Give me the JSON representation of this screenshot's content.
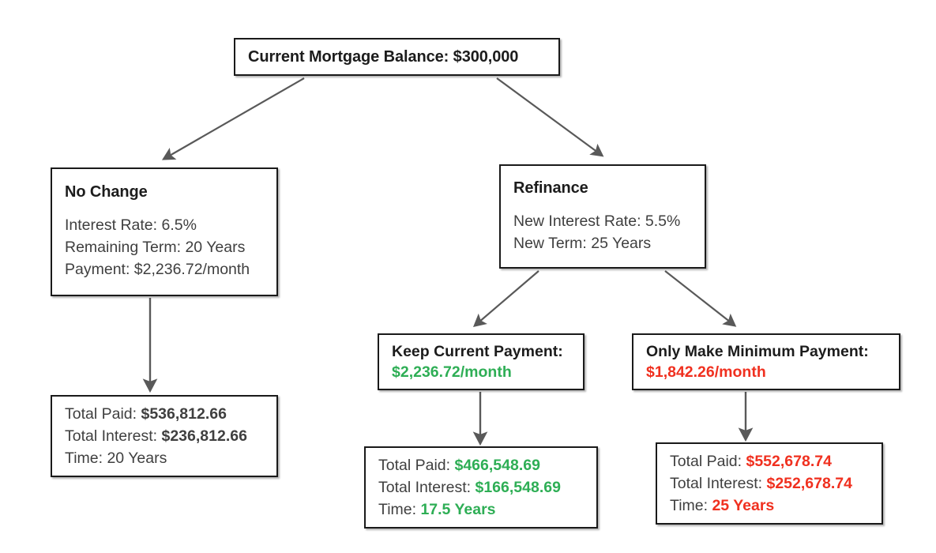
{
  "diagram": {
    "type": "decision-tree",
    "colors": {
      "positive": "#2eae55",
      "negative": "#f0301f",
      "box_border": "#1a1a1a",
      "arrow": "#595959",
      "body_text": "#3f3f3f"
    },
    "root": {
      "title": "Current Mortgage Balance: $300,000"
    },
    "no_change": {
      "title": "No Change",
      "lines": [
        "Interest Rate: 6.5%",
        "Remaining Term: 20 Years",
        "Payment: $2,236.72/month"
      ]
    },
    "refinance": {
      "title": "Refinance",
      "lines": [
        "New Interest Rate: 5.5%",
        "New Term: 25 Years"
      ]
    },
    "keep_current_payment": {
      "label": "Keep Current Payment:",
      "value": "$2,236.72/month"
    },
    "minimum_payment": {
      "label": "Only Make Minimum Payment:",
      "value": "$1,842.26/month"
    },
    "result_no_change": {
      "rows": [
        {
          "label": "Total Paid: ",
          "value": "$536,812.66"
        },
        {
          "label": "Total Interest: ",
          "value": "$236,812.66"
        },
        {
          "label": "Time: ",
          "value": "20 Years"
        }
      ]
    },
    "result_keep_payment": {
      "rows": [
        {
          "label": "Total Paid: ",
          "value": "$466,548.69"
        },
        {
          "label": "Total Interest: ",
          "value": "$166,548.69"
        },
        {
          "label": "Time: ",
          "value": "17.5 Years"
        }
      ]
    },
    "result_minimum_payment": {
      "rows": [
        {
          "label": "Total Paid: ",
          "value": "$552,678.74"
        },
        {
          "label": "Total Interest: ",
          "value": "$252,678.74"
        },
        {
          "label": "Time: ",
          "value": "25 Years"
        }
      ]
    }
  }
}
